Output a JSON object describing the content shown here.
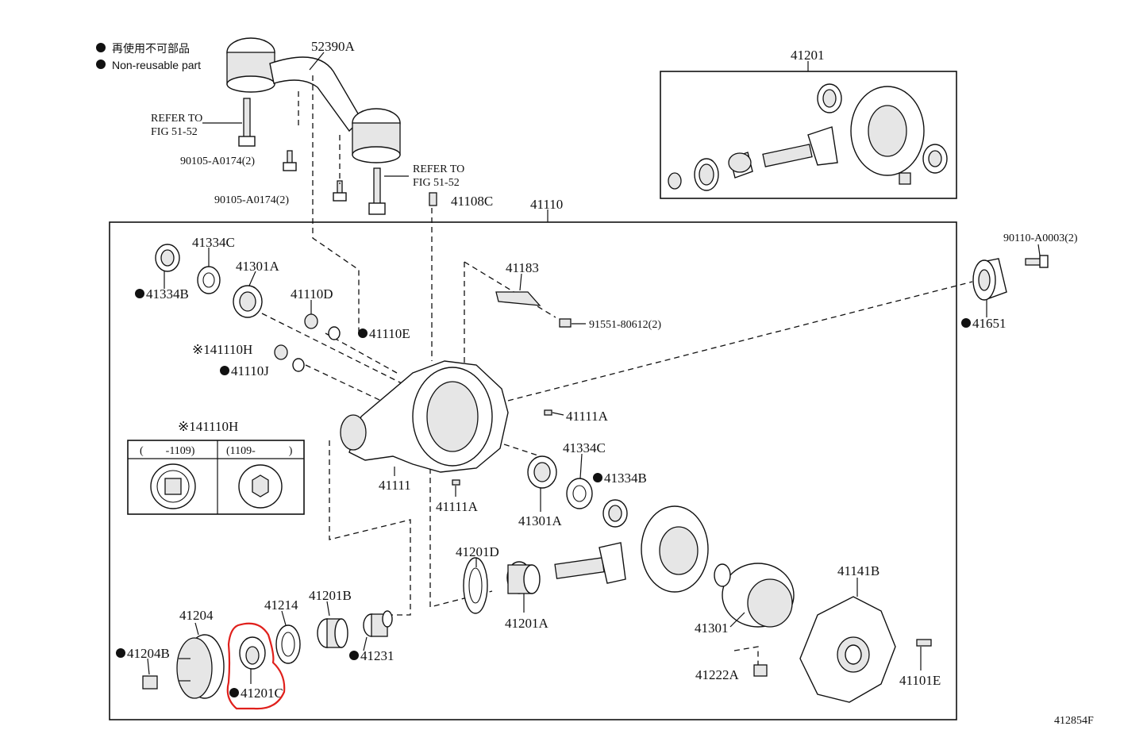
{
  "legend": {
    "reusable_jp": "再使用不可部品",
    "reusable_en": "Non-reusable part"
  },
  "figure_id": "412854F",
  "inset": {
    "title": "※141110H",
    "col1": "(　　-1109)",
    "col2": "(1109-　　　)"
  },
  "labels": {
    "p52390A": "52390A",
    "refer1a": "REFER TO",
    "refer1b": "FIG 51-52",
    "refer2a": "REFER TO",
    "refer2b": "FIG 51-52",
    "bolt1": "90105-A0174(2)",
    "bolt2": "90105-A0174(2)",
    "p41108C": "41108C",
    "p41110": "41110",
    "p41201_top": "41201",
    "p90110": "90110-A0003(2)",
    "p41651": "41651",
    "p41334C_a": "41334C",
    "p41334B_a": "41334B",
    "p41301A_a": "41301A",
    "p41110D": "41110D",
    "p41110E": "41110E",
    "p141110H": "※141110H",
    "p41110J": "41110J",
    "p41183": "41183",
    "p91551": "91551-80612(2)",
    "p41111A_a": "41111A",
    "p41111": "41111",
    "p41111A_b": "41111A",
    "p41301A_b": "41301A",
    "p41334C_b": "41334C",
    "p41334B_b": "41334B",
    "p41201D": "41201D",
    "p41201A": "41201A",
    "p41141B": "41141B",
    "p41301": "41301",
    "p41222A": "41222A",
    "p41101E": "41101E",
    "p41204": "41204",
    "p41204B": "41204B",
    "p41214": "41214",
    "p41201B": "41201B",
    "p41231": "41231",
    "p41201C": "41201C"
  },
  "colors": {
    "line": "#111111",
    "highlight": "#e0201c"
  }
}
